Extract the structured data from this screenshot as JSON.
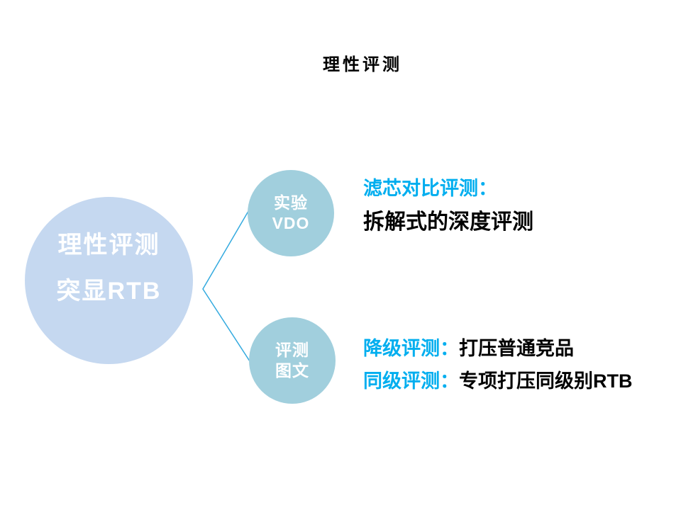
{
  "slide": {
    "title": "理性评测"
  },
  "main_circle": {
    "line1": "理性评测",
    "line2": "突显RTB"
  },
  "branch_vdo": {
    "circle_line1": "实验",
    "circle_line2": "VDO",
    "heading": "滤芯对比评测：",
    "body": "拆解式的深度评测"
  },
  "branch_graphic": {
    "circle_line1": "评测",
    "circle_line2": "图文",
    "row1_label": "降级评测：",
    "row1_text": "打压普通竞品",
    "row2_label": "同级评测：",
    "row2_text": "专项打压同级别RTB"
  },
  "colors": {
    "accent_text": "#00aeef",
    "main_circle_fill": "#c5d8f0",
    "node_circle_fill": "#a1cfdd",
    "connector_line": "#33aadf",
    "circle_text": "#ffffff",
    "title_text": "#000000",
    "background": "#ffffff"
  }
}
